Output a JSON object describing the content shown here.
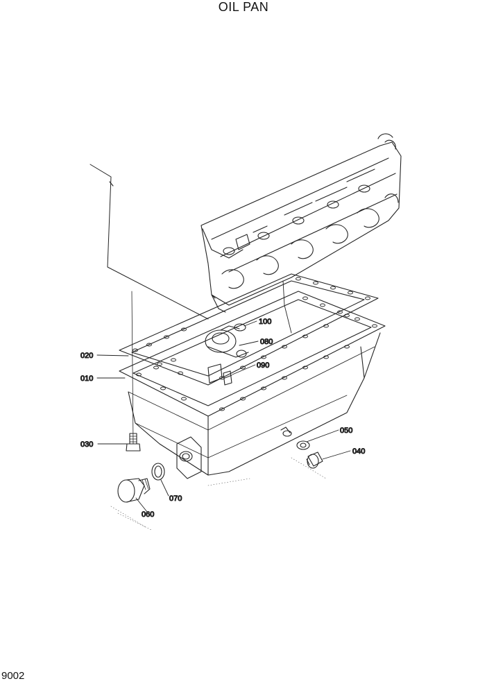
{
  "title": "OIL PAN",
  "page_number": "9002",
  "callouts": [
    {
      "id": "100",
      "label": "100"
    },
    {
      "id": "080",
      "label": "080"
    },
    {
      "id": "090",
      "label": "090"
    },
    {
      "id": "020",
      "label": "020"
    },
    {
      "id": "010",
      "label": "010"
    },
    {
      "id": "050",
      "label": "050"
    },
    {
      "id": "040",
      "label": "040"
    },
    {
      "id": "030",
      "label": "030"
    },
    {
      "id": "070",
      "label": "070"
    },
    {
      "id": "060",
      "label": "060"
    }
  ]
}
